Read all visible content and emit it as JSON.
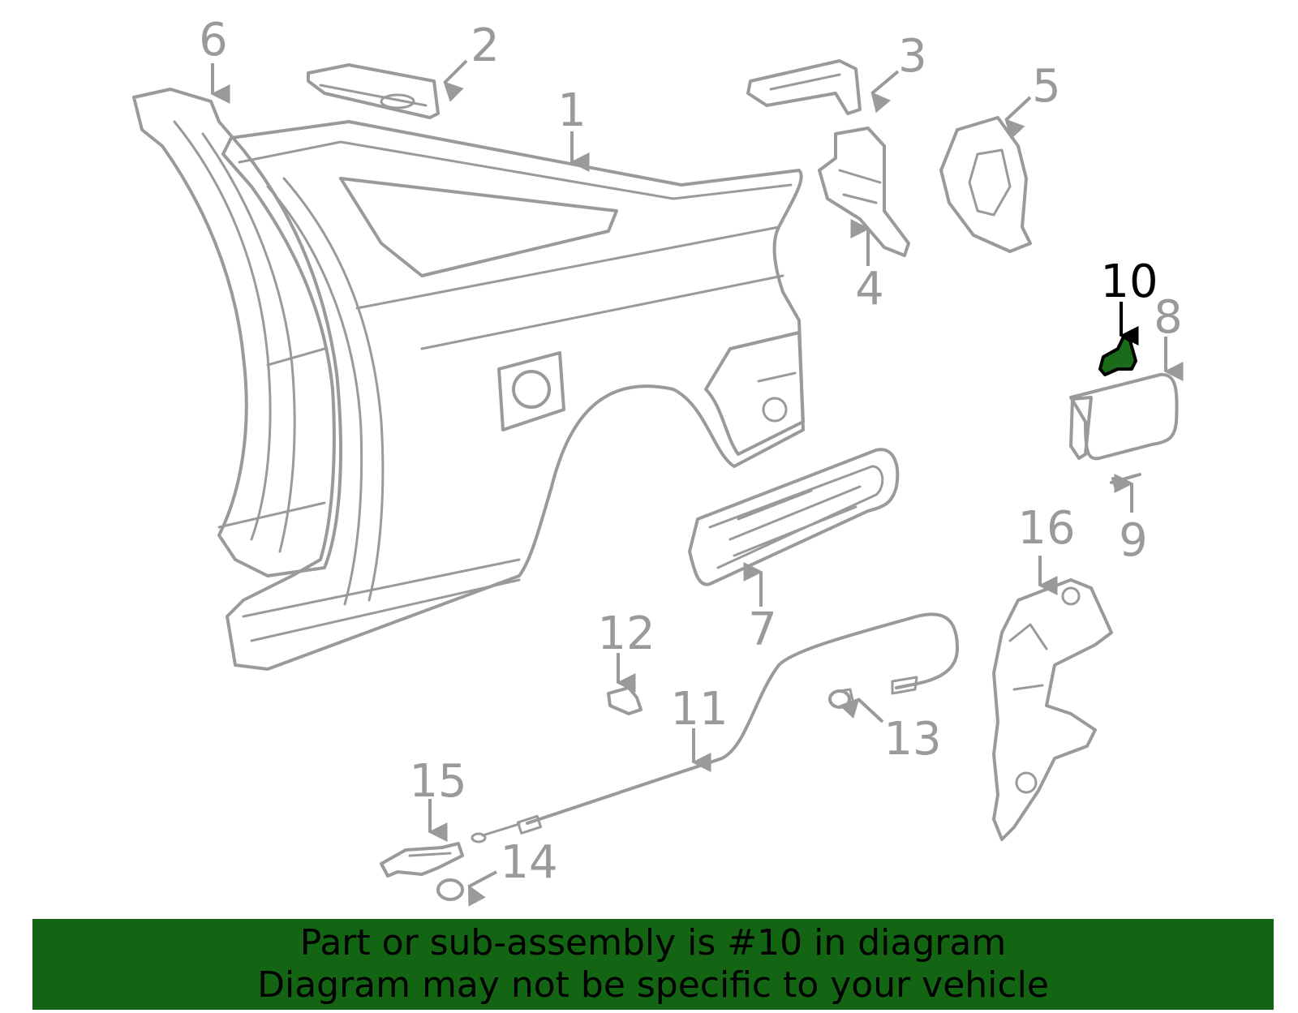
{
  "diagram": {
    "highlighted_part": "10",
    "callouts": [
      "1",
      "2",
      "3",
      "4",
      "5",
      "6",
      "7",
      "8",
      "9",
      "10",
      "11",
      "12",
      "13",
      "14",
      "15",
      "16"
    ],
    "colors": {
      "line": "#9a9a9a",
      "highlight_fill": "#1a6b1a",
      "banner": "#136413"
    }
  },
  "banner": {
    "line1": "Part or sub-assembly is #10 in diagram",
    "line2": "Diagram may not be specific to your vehicle"
  }
}
